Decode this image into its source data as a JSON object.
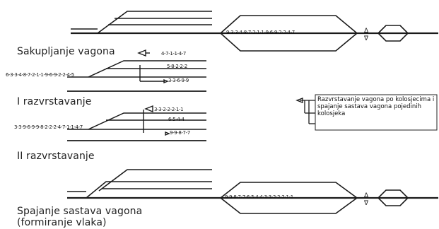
{
  "stages": [
    {
      "label": "Sakupljanje vagona"
    },
    {
      "label": "I razvrstavanje"
    },
    {
      "label": "II razvrstavanje"
    },
    {
      "label": "Spajanje sastava vagona (formiranje vlaka)"
    }
  ],
  "sequences": {
    "train1": "9-3-3-4-8-7-2-1-1-9-6-9-2-2-4-7",
    "stage1_input": "6-3-3-4-8-7-2-1-1-9-6-9-2-2-4-5",
    "stage1_tracks": [
      "4-7-1-1-4-7",
      "5-8-2-2-2",
      "3-3-6-9-9"
    ],
    "stage2_input": "3-3-9-6-9-9-8-2-2-2-4-7-1-1-4-7",
    "stage2_tracks": [
      "3-3-2-2-2-1-1",
      "6-5-4-4",
      "9-9-8-7-7"
    ],
    "train2": "9-9-8-7-7-6-5-4-4-3-3-2-2-2-1-1"
  },
  "arrow_markers": [
    "Δ",
    "∇",
    "Δ",
    "∇"
  ],
  "note": "Razvrstavanje vagona po kolosjecima i spajanje sastava vagona pojedinih kolosjeka"
}
